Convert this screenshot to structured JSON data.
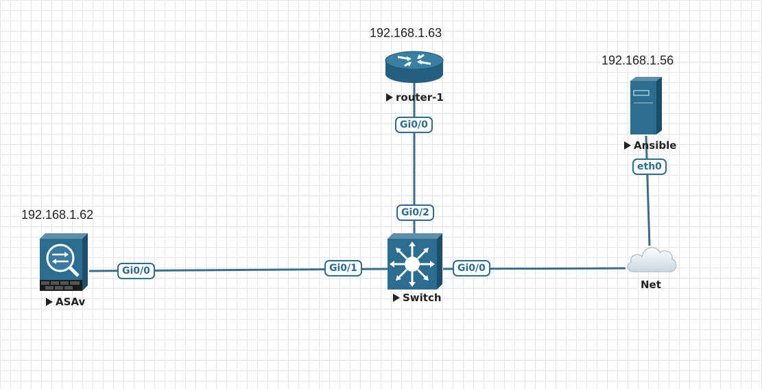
{
  "nodes": {
    "router": {
      "name": "router-1",
      "ip": "192.168.1.63",
      "port": "Gi0/0",
      "icon": "router-icon"
    },
    "ansible": {
      "name": "Ansible",
      "ip": "192.168.1.56",
      "port": "eth0",
      "icon": "server-icon"
    },
    "asav": {
      "name": "ASAv",
      "ip": "192.168.1.62",
      "port": "Gi0/0",
      "icon": "firewall-icon"
    },
    "switch": {
      "name": "Switch",
      "port_router": "Gi0/2",
      "port_asav": "Gi0/1",
      "port_net": "Gi0/0",
      "icon": "switch-icon"
    },
    "net": {
      "name": "Net",
      "icon": "cloud-icon"
    }
  },
  "colors": {
    "device": "#2b6c8f",
    "link": "#3b6e85",
    "port_border": "#2e6b8c",
    "grid": "#e6e6e6"
  }
}
